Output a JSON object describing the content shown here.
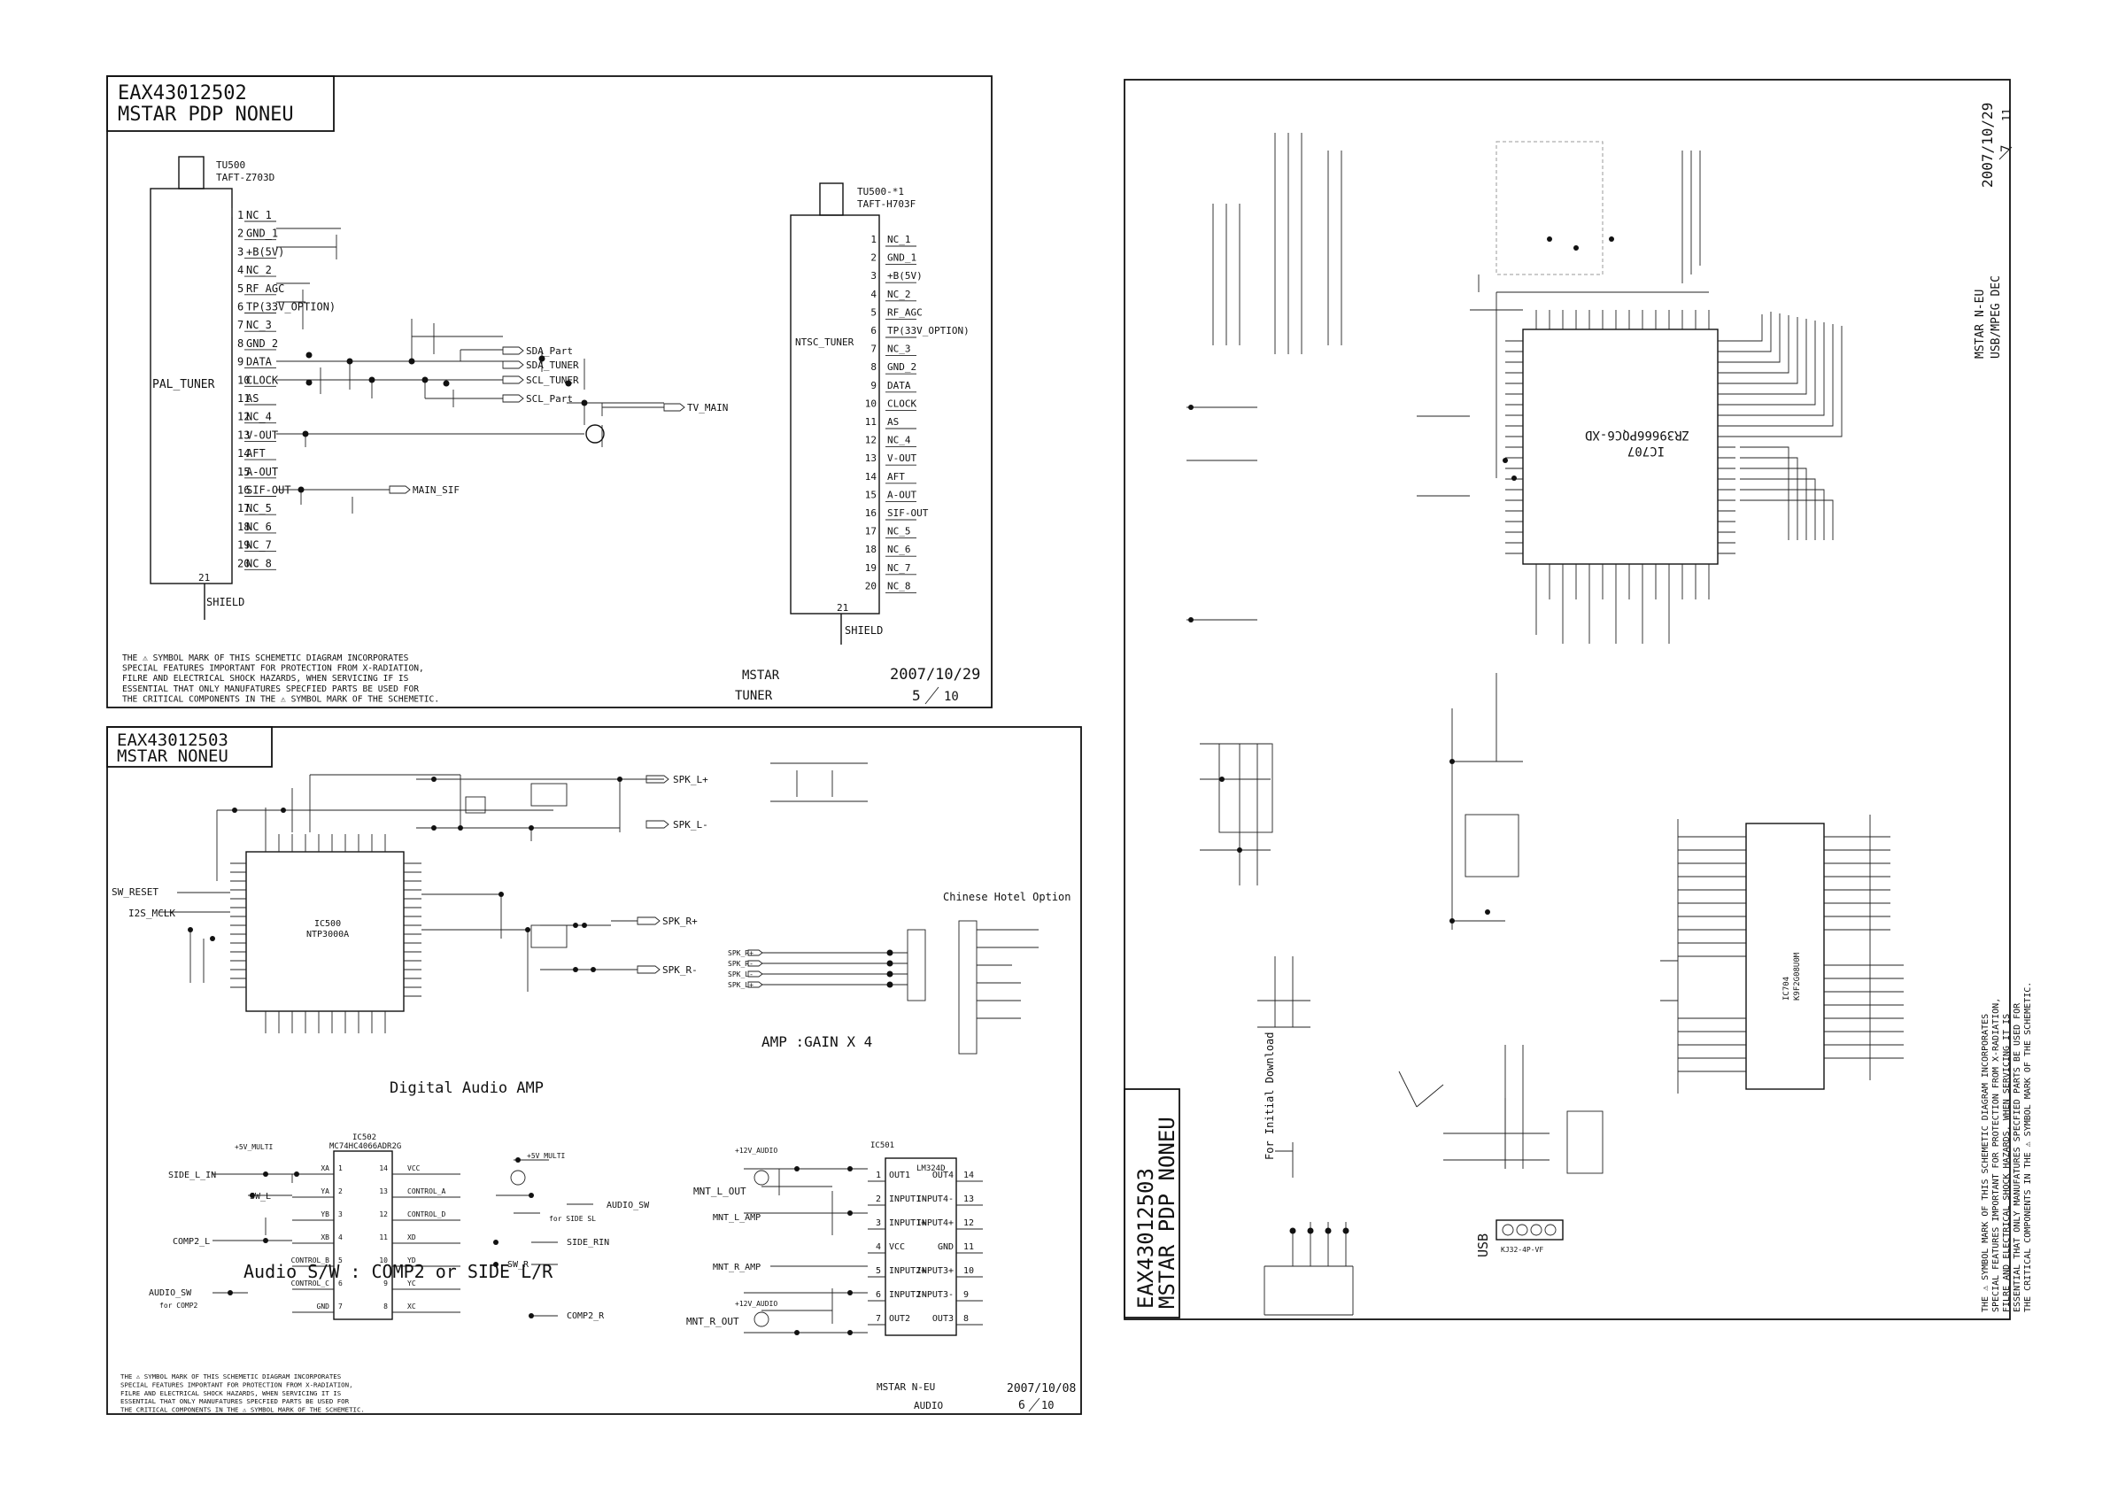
{
  "sheet_tuner": {
    "doc_number": "EAX43012502",
    "project": "MSTAR PDP NONEU",
    "pal_tuner": {
      "ref": "TU500",
      "part": "TAFT-Z703D",
      "block_label": "PAL_TUNER",
      "pins": [
        {
          "num": "1",
          "name": "NC_1"
        },
        {
          "num": "2",
          "name": "GND_1"
        },
        {
          "num": "3",
          "name": "+B(5V)"
        },
        {
          "num": "4",
          "name": "NC_2"
        },
        {
          "num": "5",
          "name": "RF_AGC"
        },
        {
          "num": "6",
          "name": "TP(33V_OPTION)"
        },
        {
          "num": "7",
          "name": "NC_3"
        },
        {
          "num": "8",
          "name": "GND_2"
        },
        {
          "num": "9",
          "name": "DATA"
        },
        {
          "num": "10",
          "name": "CLOCK"
        },
        {
          "num": "11",
          "name": "AS"
        },
        {
          "num": "12",
          "name": "NC_4"
        },
        {
          "num": "13",
          "name": "V-OUT"
        },
        {
          "num": "14",
          "name": "AFT"
        },
        {
          "num": "15",
          "name": "A-OUT"
        },
        {
          "num": "16",
          "name": "SIF-OUT"
        },
        {
          "num": "17",
          "name": "NC_5"
        },
        {
          "num": "18",
          "name": "NC_6"
        },
        {
          "num": "19",
          "name": "NC_7"
        },
        {
          "num": "20",
          "name": "NC_8"
        }
      ],
      "shield_num": "21",
      "shield_label": "SHIELD"
    },
    "ntsc_tuner": {
      "ref": "TU500-*1",
      "part": "TAFT-H703F",
      "block_label": "NTSC_TUNER",
      "pins": [
        {
          "num": "1",
          "name": "NC_1"
        },
        {
          "num": "2",
          "name": "GND_1"
        },
        {
          "num": "3",
          "name": "+B(5V)"
        },
        {
          "num": "4",
          "name": "NC_2"
        },
        {
          "num": "5",
          "name": "RF_AGC"
        },
        {
          "num": "6",
          "name": "TP(33V_OPTION)"
        },
        {
          "num": "7",
          "name": "NC_3"
        },
        {
          "num": "8",
          "name": "GND_2"
        },
        {
          "num": "9",
          "name": "DATA"
        },
        {
          "num": "10",
          "name": "CLOCK"
        },
        {
          "num": "11",
          "name": "AS"
        },
        {
          "num": "12",
          "name": "NC_4"
        },
        {
          "num": "13",
          "name": "V-OUT"
        },
        {
          "num": "14",
          "name": "AFT"
        },
        {
          "num": "15",
          "name": "A-OUT"
        },
        {
          "num": "16",
          "name": "SIF-OUT"
        },
        {
          "num": "17",
          "name": "NC_5"
        },
        {
          "num": "18",
          "name": "NC_6"
        },
        {
          "num": "19",
          "name": "NC_7"
        },
        {
          "num": "20",
          "name": "NC_8"
        }
      ],
      "shield_num": "21",
      "shield_label": "SHIELD"
    },
    "nets": {
      "sda_part": "SDA_Part",
      "sda_tuner": "SDA_TUNER",
      "scl_tuner": "SCL_TUNER",
      "scl_part": "SCL_Part",
      "tv_main": "TV_MAIN",
      "main_sif": "MAIN_SIF"
    },
    "safety_note": [
      "THE ⚠ SYMBOL MARK OF THIS SCHEMETIC DIAGRAM INCORPORATES",
      "SPECIAL FEATURES IMPORTANT FOR PROTECTION FROM X-RADIATION,",
      "FILRE AND ELECTRICAL SHOCK HAZARDS, WHEN SERVICING IF IS",
      "ESSENTIAL THAT ONLY MANUFATURES SPECFIED PARTS BE USED FOR",
      "THE CRITICAL COMPONENTS IN THE ⚠ SYMBOL MARK OF THE SCHEMETIC."
    ],
    "title_block": {
      "model": "MSTAR",
      "date": "2007/10/29",
      "sheet_name": "TUNER",
      "page": "5",
      "total": "10"
    }
  },
  "sheet_audio": {
    "doc_number": "EAX43012503",
    "project": "MSTAR NONEU",
    "amp_ic": {
      "ref": "IC500",
      "part": "NTP3000A"
    },
    "amp_caption": "Digital Audio AMP",
    "amp_nets": {
      "sw_reset": "SW_RESET",
      "i2s_mclk": "I2S_MCLK",
      "spk_l_plus": "SPK_L+",
      "spk_l_minus": "SPK_L-",
      "spk_r_plus": "SPK_R+",
      "spk_r_minus": "SPK_R-"
    },
    "hotel_caption": "Chinese Hotel Option",
    "hotel_nets": [
      "SPK_R+",
      "SPK_R-",
      "SPK_L-",
      "SPK_L+"
    ],
    "gain_caption": "AMP :GAIN X 4",
    "switch_ic": {
      "ref": "IC502",
      "part": "MC74HC4066ADR2G",
      "left_pins": [
        {
          "num": "1",
          "name": "XA"
        },
        {
          "num": "2",
          "name": "YA"
        },
        {
          "num": "3",
          "name": "YB"
        },
        {
          "num": "4",
          "name": "XB"
        },
        {
          "num": "5",
          "name": "CONTROL_B"
        },
        {
          "num": "6",
          "name": "CONTROL_C"
        },
        {
          "num": "7",
          "name": "GND"
        }
      ],
      "right_pins": [
        {
          "num": "14",
          "name": "VCC"
        },
        {
          "num": "13",
          "name": "CONTROL_A"
        },
        {
          "num": "12",
          "name": "CONTROL_D"
        },
        {
          "num": "11",
          "name": "XD"
        },
        {
          "num": "10",
          "name": "YD"
        },
        {
          "num": "9",
          "name": "YC"
        },
        {
          "num": "8",
          "name": "XC"
        }
      ]
    },
    "switch_nets": {
      "side_l_in": "SIDE_L_IN",
      "sw_l": "SW_L",
      "comp2_l": "COMP2_L",
      "audio_sw_left": "AUDIO_SW",
      "for_comp2": "for COMP2",
      "audio_sw_right": "AUDIO_SW",
      "for_side_sl": "for SIDE SL",
      "side_rin": "SIDE_RIN",
      "sw_r": "SW_R",
      "comp2_r": "COMP2_R",
      "supply": "+5V_MULTI"
    },
    "switch_caption": "Audio S/W : COMP2 or SIDE L/R",
    "opamp_ic": {
      "ref": "IC501",
      "part": "LM324D",
      "left_pins": [
        {
          "num": "1",
          "name": "OUT1"
        },
        {
          "num": "2",
          "name": "INPUT1-"
        },
        {
          "num": "3",
          "name": "INPUT1+"
        },
        {
          "num": "4",
          "name": "VCC"
        },
        {
          "num": "5",
          "name": "INPUT2+"
        },
        {
          "num": "6",
          "name": "INPUT2-"
        },
        {
          "num": "7",
          "name": "OUT2"
        }
      ],
      "right_pins": [
        {
          "num": "14",
          "name": "OUT4"
        },
        {
          "num": "13",
          "name": "INPUT4-"
        },
        {
          "num": "12",
          "name": "INPUT4+"
        },
        {
          "num": "11",
          "name": "GND"
        },
        {
          "num": "10",
          "name": "INPUT3+"
        },
        {
          "num": "9",
          "name": "INPUT3-"
        },
        {
          "num": "8",
          "name": "OUT3"
        }
      ]
    },
    "opamp_nets": {
      "mnt_l_out": "MNT_L_OUT",
      "mnt_l_amp": "MNT_L_AMP",
      "mnt_r_amp": "MNT_R_AMP",
      "mnt_r_out": "MNT_R_OUT",
      "audio_rail": "+12V_AUDIO"
    },
    "safety_note": [
      "THE ⚠ SYMBOL MARK OF THIS SCHEMETIC DIAGRAM INCORPORATES",
      "SPECIAL FEATURES IMPORTANT FOR PROTECTION FROM X-RADIATION,",
      "FILRE AND ELECTRICAL SHOCK HAZARDS, WHEN SERVICING IT IS",
      "ESSENTIAL THAT ONLY MANUFATURES SPECFIED PARTS BE USED FOR",
      "THE CRITICAL COMPONENTS IN THE ⚠ SYMBOL MARK OF THE SCHEMETIC."
    ],
    "title_block": {
      "model": "MSTAR N-EU",
      "date": "2007/10/08",
      "sheet_name": "AUDIO",
      "page": "6",
      "total": "10"
    }
  },
  "sheet_usb": {
    "doc_number": "EAX43012503",
    "project": "MSTAR PDP NONEU",
    "main_ic": {
      "ref": "IC707",
      "part": "ZR39666PQC6-XD"
    },
    "flash_ic": {
      "ref": "IC704",
      "part": "K9F2G08U0M"
    },
    "usb_label": "USB",
    "usb_part": "KJ32-4P-VF",
    "download_label": "For Initial Download",
    "safety_note": [
      "THE ⚠ SYMBOL MARK OF THIS SCHEMETIC DIAGRAM INCORPORATES",
      "SPECIAL FEATURES IMPORTANT FOR PROTECTION FROM X-RADIATION,",
      "FILRE AND ELECTRICAL SHOCK HAZARDS, WHEN SERVICING IT IS",
      "ESSENTIAL THAT ONLY MANUFATURES SPECFIED PARTS BE USED FOR",
      "THE CRITICAL COMPONENTS IN THE ⚠ SYMBOL MARK OF THE SCHEMETIC."
    ],
    "title_block": {
      "model": "MSTAR N-EU",
      "date": "2007/10/29",
      "sheet_name": "USB/MPEG DEC",
      "page": "7",
      "total": "11"
    }
  }
}
